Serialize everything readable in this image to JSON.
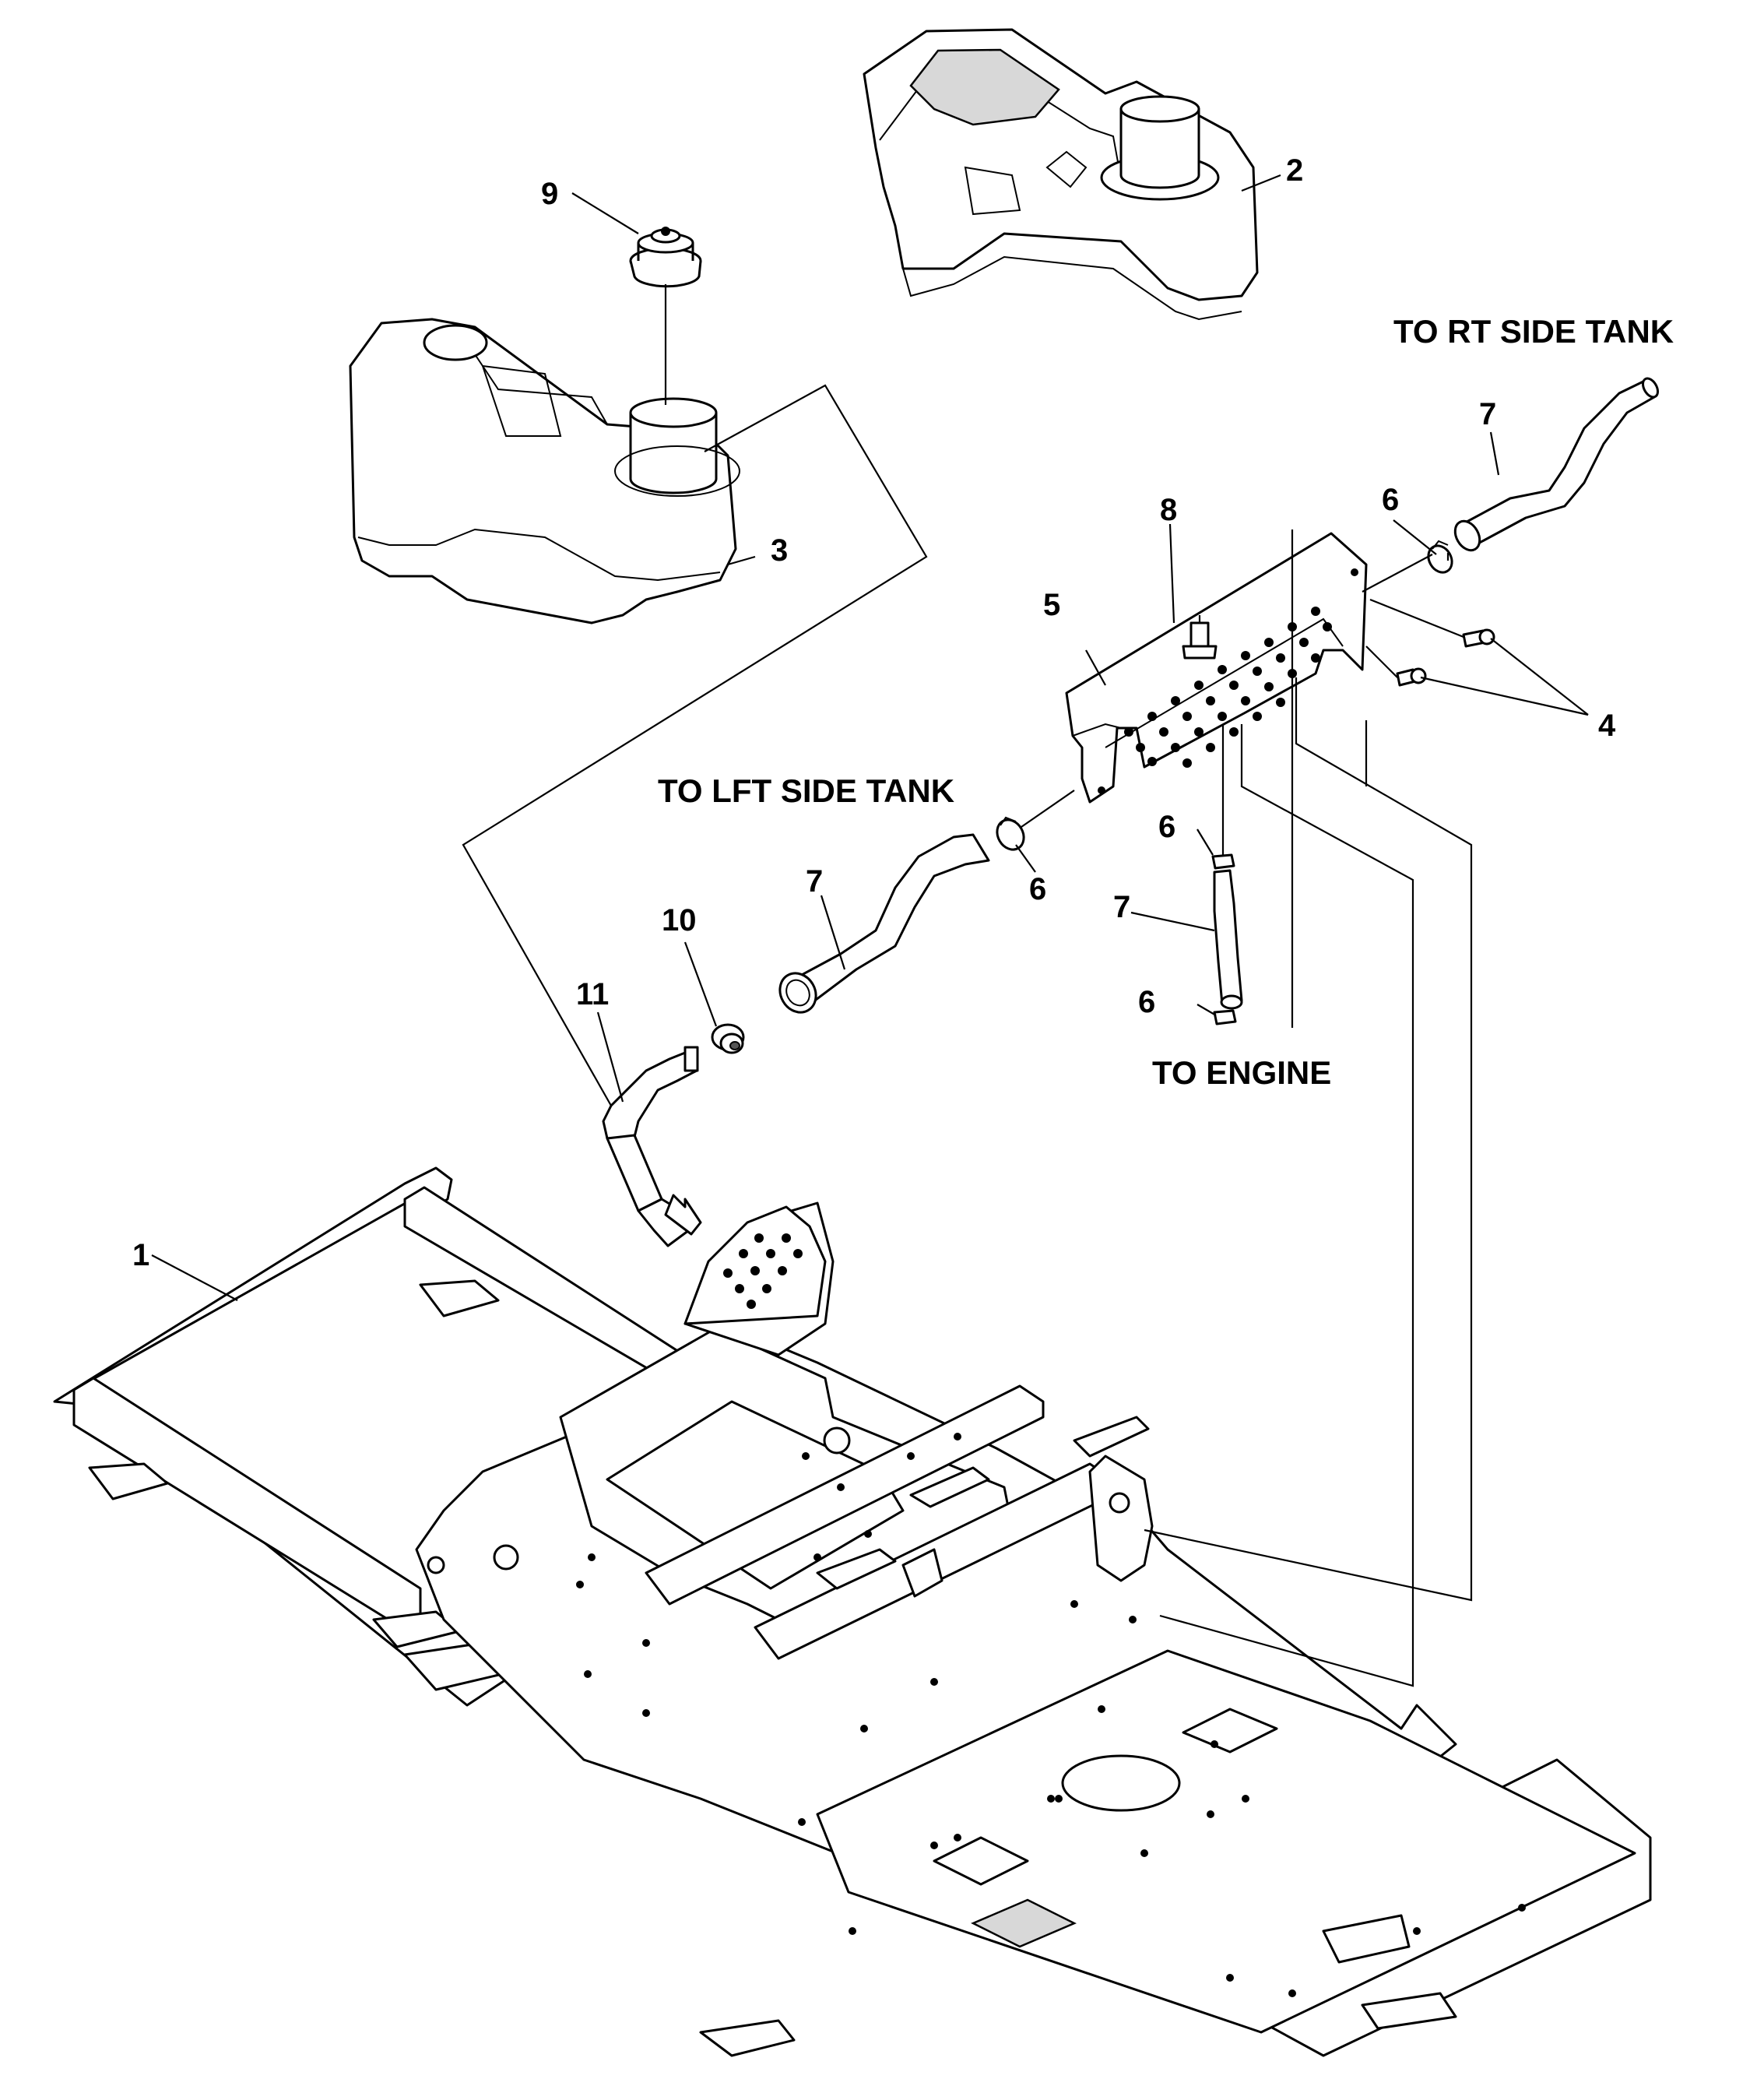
{
  "callouts": {
    "n1": "1",
    "n2": "2",
    "n3": "3",
    "n4": "4",
    "n5": "5",
    "n6a": "6",
    "n6b": "6",
    "n6c": "6",
    "n6d": "6",
    "n7a": "7",
    "n7b": "7",
    "n7c": "7",
    "n8": "8",
    "n9": "9",
    "n10": "10",
    "n11": "11"
  },
  "notes": {
    "rt_tank": "TO RT SIDE TANK",
    "lft_tank": "TO LFT SIDE TANK",
    "engine": "TO ENGINE"
  }
}
